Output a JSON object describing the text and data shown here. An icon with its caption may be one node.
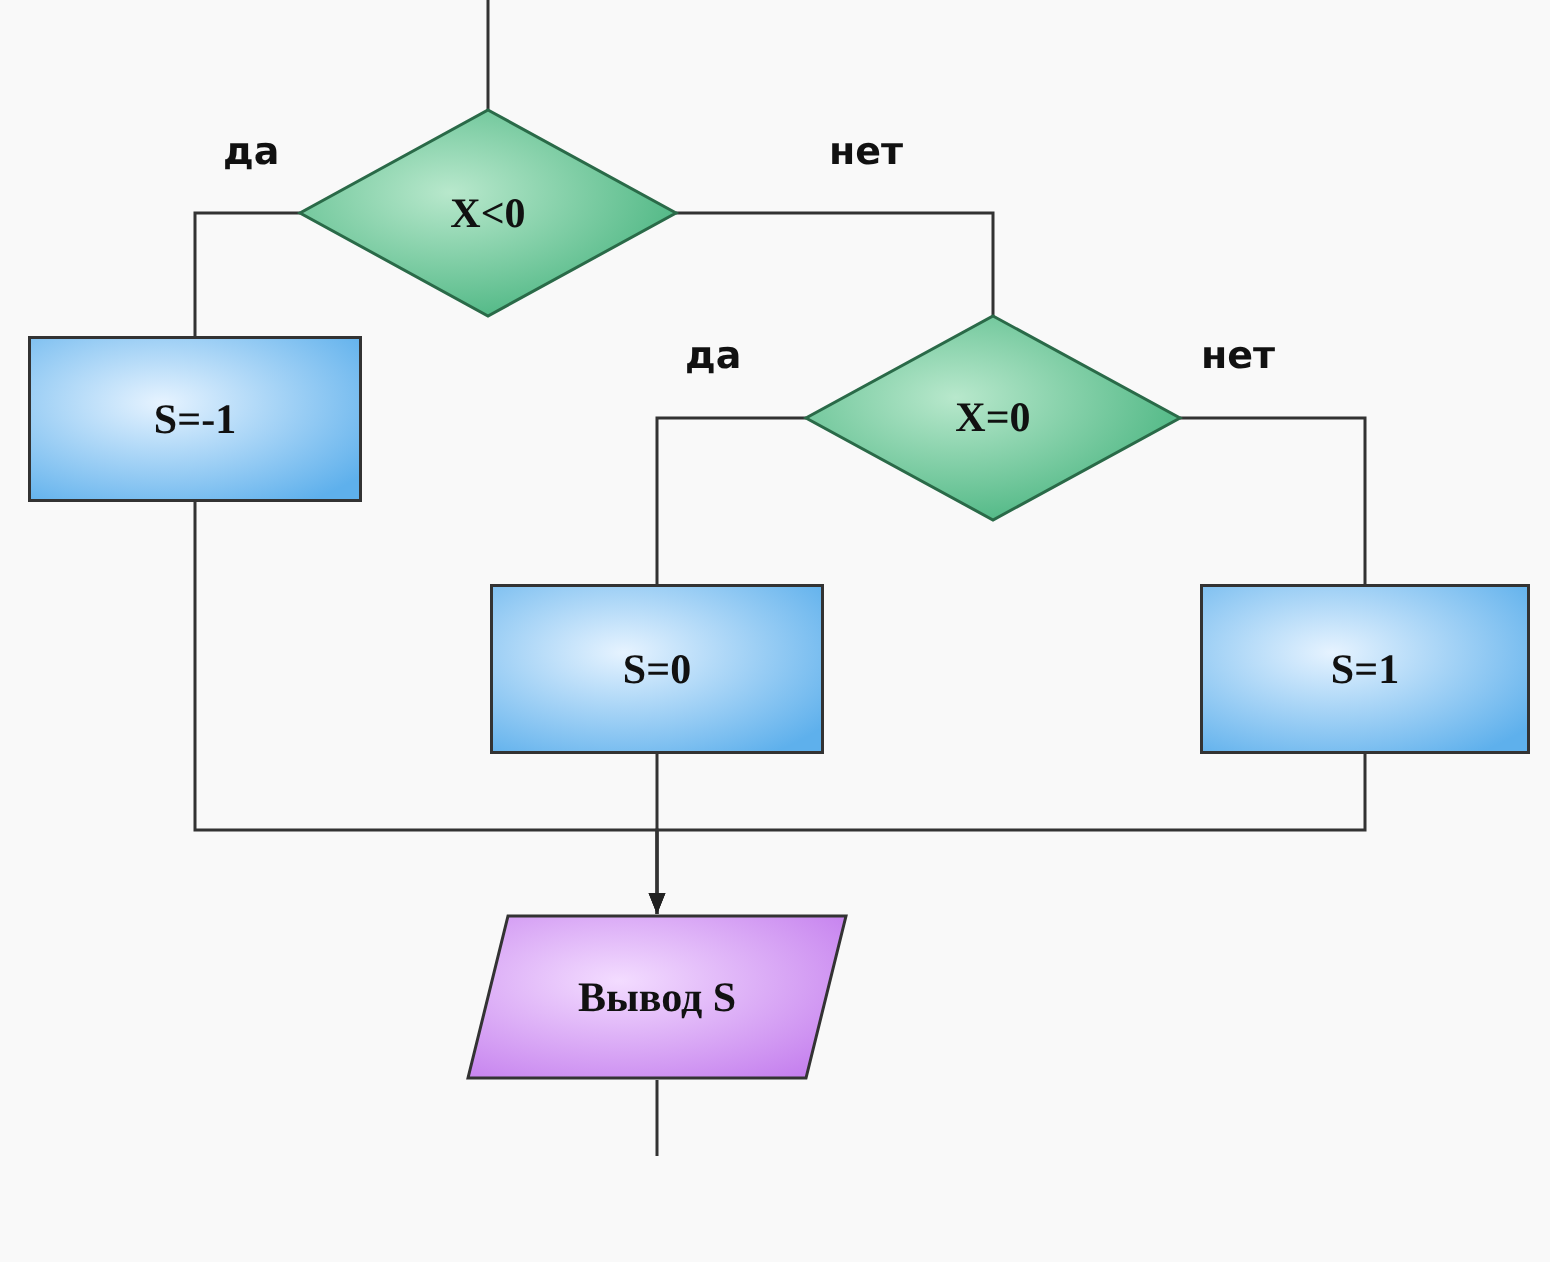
{
  "diagram": {
    "nodes": [
      {
        "text": [
          "X<0"
        ]
      },
      {
        "text": [
          "S=-1"
        ]
      },
      {
        "text": [
          "X=0"
        ]
      },
      {
        "text": [
          "S=0"
        ]
      },
      {
        "text": [
          "S=1"
        ]
      },
      {
        "text": [
          "Вывод S"
        ]
      }
    ],
    "edges": [
      {
        "from": null,
        "to": 0,
        "arrow": "none"
      },
      {
        "from": 0,
        "to": 1,
        "arrow": "none",
        "label": "да"
      },
      {
        "from": 0,
        "to": 2,
        "arrow": "none",
        "label": "нет"
      },
      {
        "from": 2,
        "to": 3,
        "arrow": "none",
        "label": "да"
      },
      {
        "from": 2,
        "to": 4,
        "arrow": "none",
        "label": "нет"
      },
      {
        "from": 1,
        "to": 5,
        "arrow": "to"
      },
      {
        "from": 3,
        "to": 5,
        "arrow": "to"
      },
      {
        "from": 4,
        "to": 5,
        "arrow": "to"
      },
      {
        "from": 5,
        "to": null,
        "arrow": "none"
      }
    ]
  }
}
